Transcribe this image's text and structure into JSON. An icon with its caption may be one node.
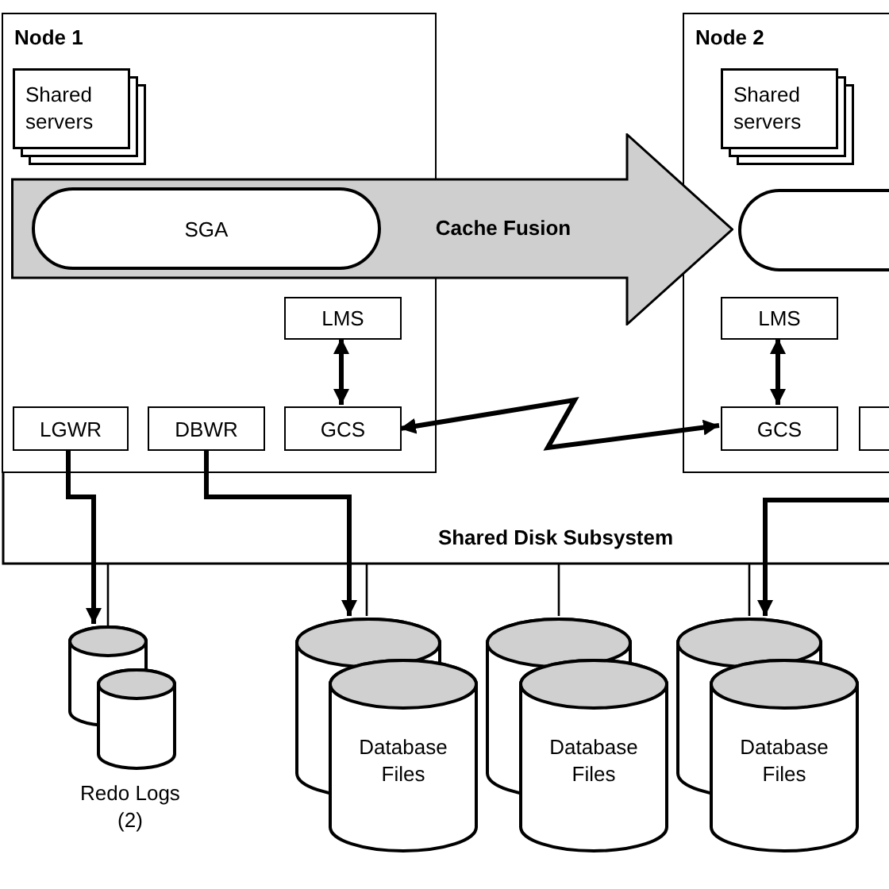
{
  "diagram": {
    "nodes": [
      {
        "text": [
          "Node 1"
        ]
      },
      {
        "text": [
          "Shared servers"
        ],
        "in": 0
      },
      {
        "text": [
          "SGA"
        ]
      },
      {
        "text": [
          "LMS"
        ],
        "in": 0
      },
      {
        "text": [
          "LGWR"
        ],
        "in": 0
      },
      {
        "text": [
          "DBWR"
        ],
        "in": 0
      },
      {
        "text": [
          "GCS"
        ],
        "in": 0
      },
      {
        "text": [
          "Node 2"
        ]
      },
      {
        "text": [
          "Shared servers"
        ],
        "in": 7
      },
      {
        "text": [],
        "shape": "box",
        "in": 7
      },
      {
        "text": [
          "LMS"
        ],
        "in": 7
      },
      {
        "text": [
          "GCS"
        ],
        "in": 7
      },
      {
        "text": [],
        "shape": "box",
        "in": 7
      },
      {
        "text": [
          "Cache Fusion"
        ]
      },
      {
        "text": [
          "Redo Logs (2)"
        ]
      },
      {
        "text": [
          "Database Files"
        ]
      },
      {
        "text": [
          "Database Files"
        ]
      },
      {
        "text": [
          "Database Files"
        ]
      }
    ],
    "edges": [
      {
        "from": 3,
        "to": 6,
        "arrow": "both"
      },
      {
        "from": 6,
        "to": 11,
        "arrow": "both"
      },
      {
        "from": 10,
        "to": 11,
        "arrow": "both"
      },
      {
        "from": 4,
        "to": 14,
        "arrow": "to"
      },
      {
        "from": 5,
        "to": 15,
        "arrow": "to"
      },
      {
        "from": null,
        "to": 17,
        "arrow": "to"
      },
      {
        "from": null,
        "to": 14,
        "arrow": "none"
      },
      {
        "from": null,
        "to": 15,
        "arrow": "none"
      },
      {
        "from": null,
        "to": 16,
        "arrow": "none"
      },
      {
        "from": null,
        "to": 17,
        "arrow": "none"
      }
    ],
    "labels": [
      "Shared Disk Subsystem"
    ]
  }
}
